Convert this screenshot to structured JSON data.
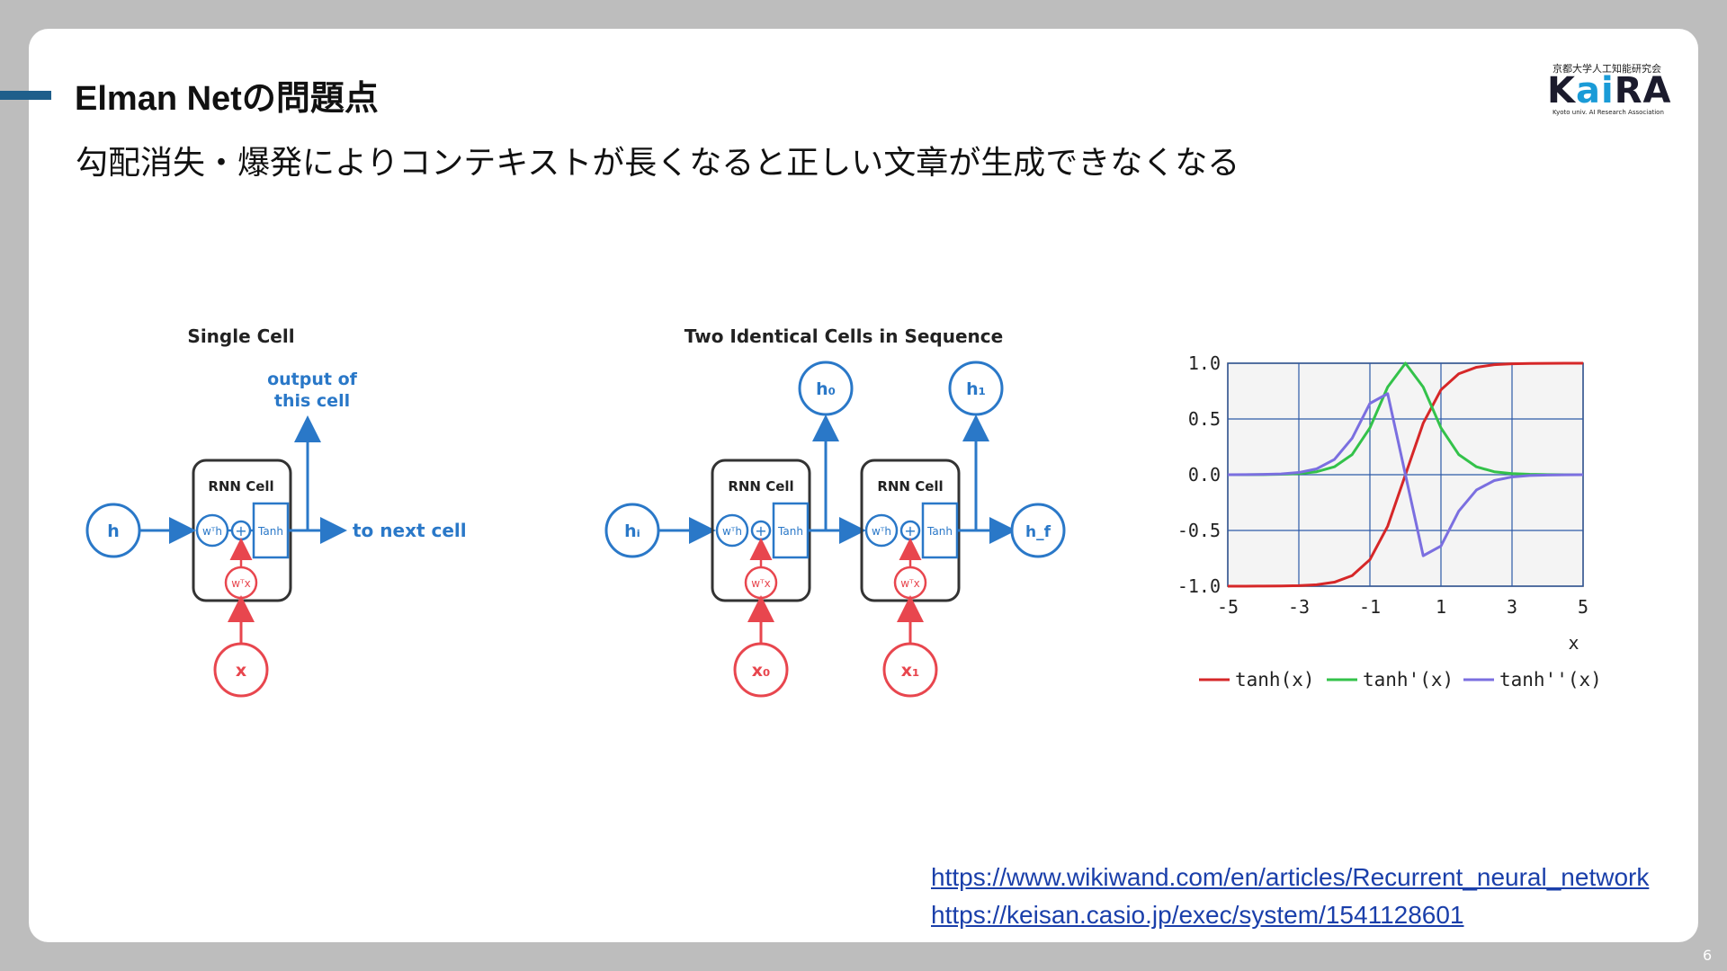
{
  "slide": {
    "title": "Elman Netの問題点",
    "subtitle": "勾配消失・爆発によりコンテキストが長くなると正しい文章が生成できなくなる",
    "page_number": "6"
  },
  "logo": {
    "top_text": "京都大学人工知能研究会",
    "main_prefix": "K",
    "main_accent": "ai",
    "main_suffix": "RA",
    "sub_text": "Kyoto univ. AI Research Association"
  },
  "rnn_diagram": {
    "single_title": "Single Cell",
    "single_output_line1": "output of",
    "single_output_line2": "this cell",
    "cell_label": "RNN Cell",
    "hidden_input": "h",
    "input_x": "x",
    "next_label": "to next cell",
    "weight_h": "wᵀh",
    "weight_x": "wᵀx",
    "plus": "+",
    "tanh": "Tanh",
    "sequence_title": "Two Identical Cells in Sequence",
    "h_initial": "hᵢ",
    "h0": "h₀",
    "h1": "h₁",
    "h_final": "h_f",
    "x0": "x₀",
    "x1": "x₁",
    "colors": {
      "blue": "#2a78c8",
      "red": "#e8464e",
      "box": "#333333"
    }
  },
  "chart_data": {
    "type": "line",
    "x": [
      -5,
      -4.5,
      -4,
      -3.5,
      -3,
      -2.5,
      -2,
      -1.5,
      -1,
      -0.5,
      0,
      0.5,
      1,
      1.5,
      2,
      2.5,
      3,
      3.5,
      4,
      4.5,
      5
    ],
    "series": [
      {
        "name": "tanh(x)",
        "color": "#d62728",
        "values": [
          -0.9999,
          -0.9998,
          -0.9993,
          -0.9982,
          -0.9951,
          -0.9866,
          -0.964,
          -0.9051,
          -0.7616,
          -0.4621,
          0,
          0.4621,
          0.7616,
          0.9051,
          0.964,
          0.9866,
          0.9951,
          0.9982,
          0.9993,
          0.9998,
          0.9999
        ]
      },
      {
        "name": "tanh'(x)",
        "color": "#33c24a",
        "values": [
          0.0002,
          0.0005,
          0.0013,
          0.0036,
          0.0099,
          0.0266,
          0.0707,
          0.1807,
          0.42,
          0.7864,
          1,
          0.7864,
          0.42,
          0.1807,
          0.0707,
          0.0266,
          0.0099,
          0.0036,
          0.0013,
          0.0005,
          0.0002
        ]
      },
      {
        "name": "tanh''(x)",
        "color": "#7b6fe0",
        "values": [
          0.0004,
          0.001,
          0.0027,
          0.0071,
          0.0197,
          0.0525,
          0.1363,
          0.3271,
          0.6397,
          0.7268,
          0,
          -0.7268,
          -0.6397,
          -0.3271,
          -0.1363,
          -0.0525,
          -0.0197,
          -0.0071,
          -0.0027,
          -0.001,
          -0.0004
        ]
      }
    ],
    "xticks": [
      "-5",
      "-3",
      "-1",
      "1",
      "3",
      "5"
    ],
    "yticks": [
      "1.0",
      "0.5",
      "0.0",
      "-0.5",
      "-1.0"
    ],
    "xlabel": "x",
    "xlim": [
      -5,
      5
    ],
    "ylim": [
      -1,
      1
    ],
    "grid": true,
    "legend": "bottom"
  },
  "links": [
    "https://www.wikiwand.com/en/articles/Recurrent_neural_network",
    "https://keisan.casio.jp/exec/system/1541128601"
  ]
}
